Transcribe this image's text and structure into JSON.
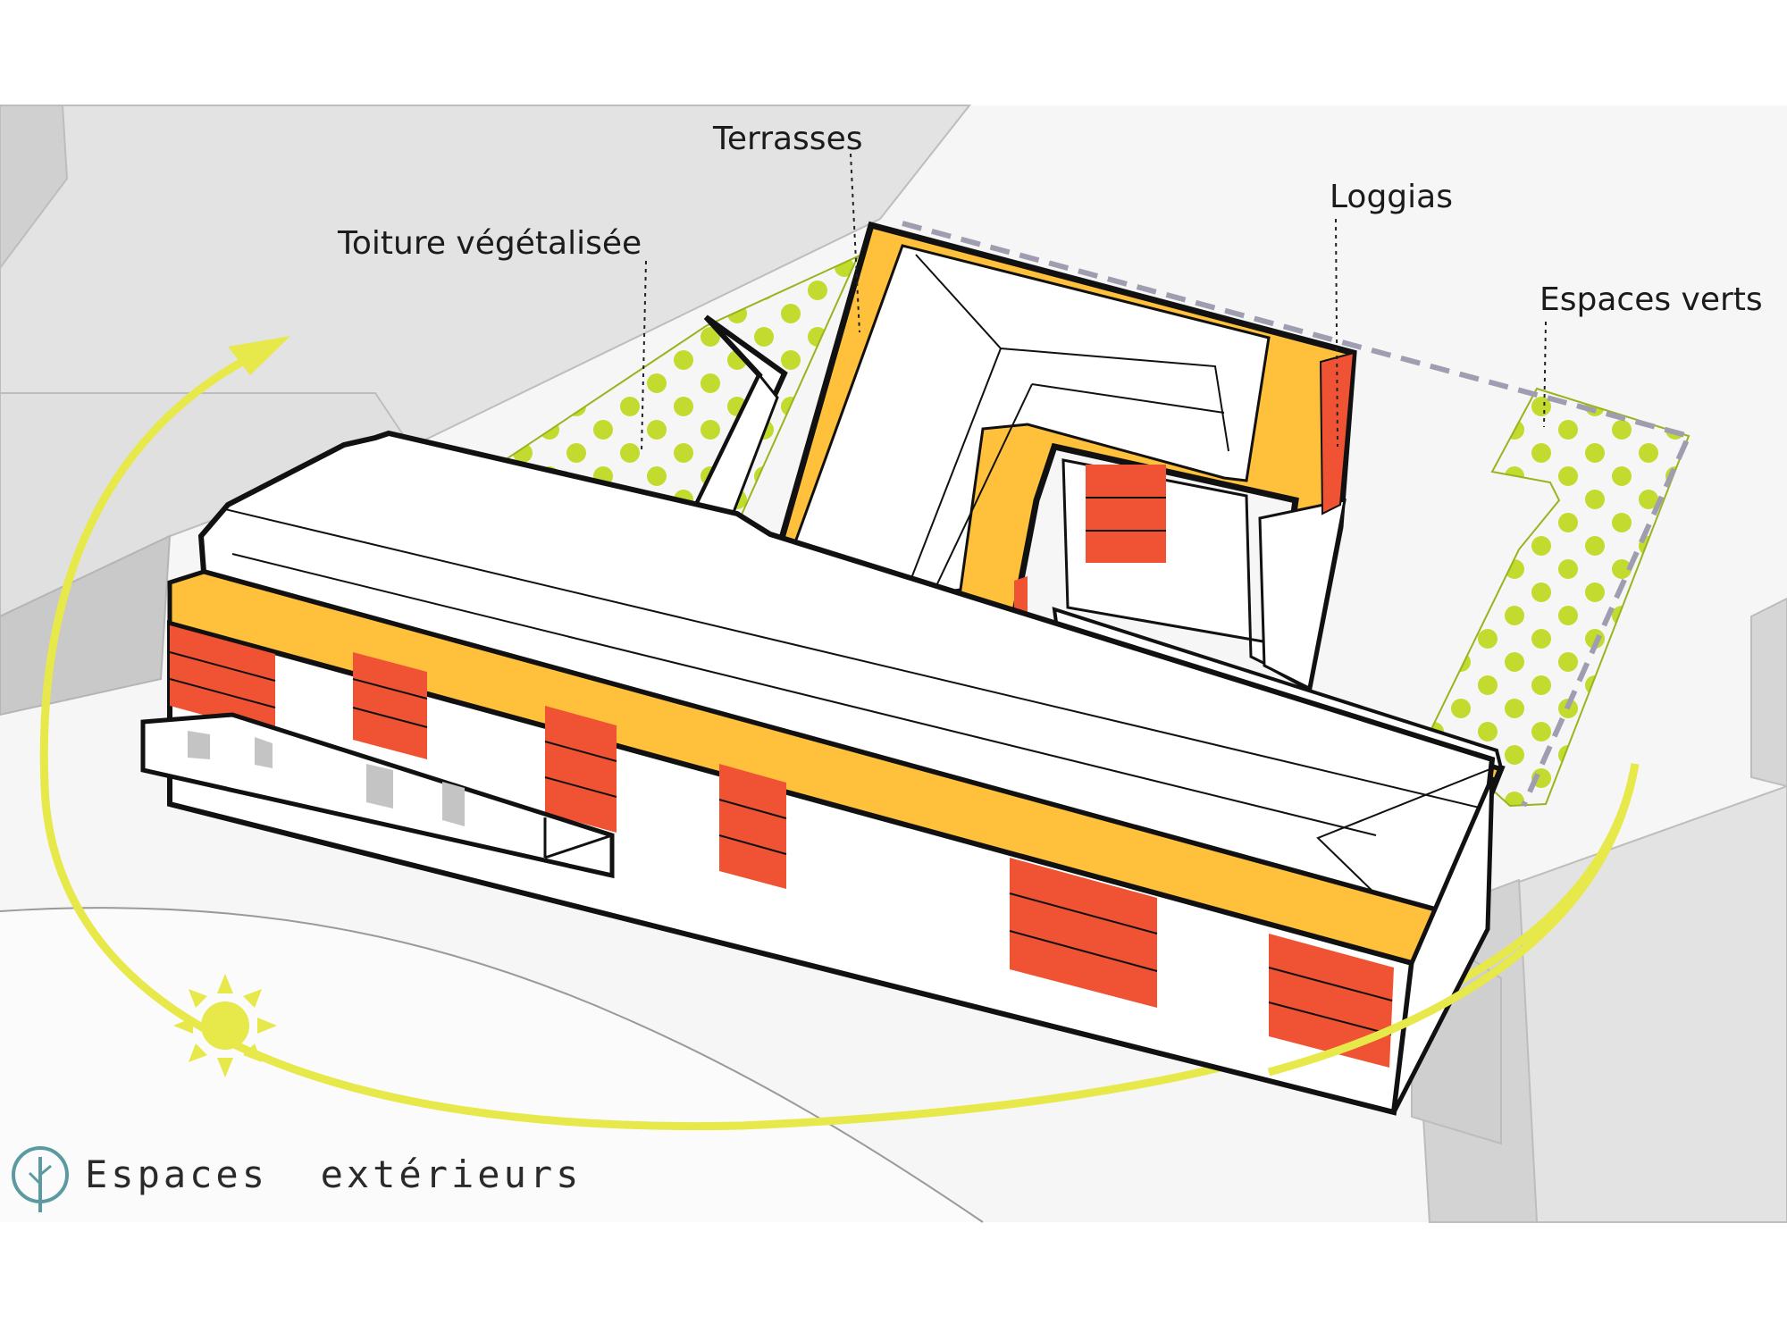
{
  "labels": {
    "terrasses": "Terrasses",
    "toiture": "Toiture végétalisée",
    "loggias": "Loggias",
    "espaces_verts": "Espaces verts"
  },
  "legend": {
    "caption": "Espaces  extérieurs",
    "icon": "tree-icon"
  },
  "colors": {
    "terrace": "#ffc13b",
    "loggia": "#f05334",
    "green_dots": "#c2db2e",
    "sun_path": "#e7e84a",
    "context_building": "#e3e3e3",
    "outline": "#111111",
    "tree_icon": "#5b9aa0"
  }
}
